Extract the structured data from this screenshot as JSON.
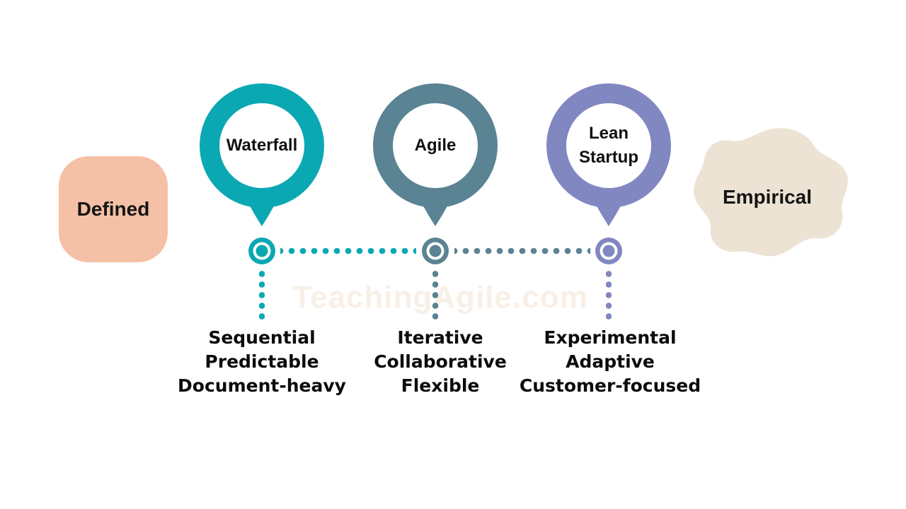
{
  "watermark": {
    "text": "TeachingAgile.com",
    "color": "#f8efe6"
  },
  "colors": {
    "teal": "#0aa8b2",
    "slate": "#5a8393",
    "purple": "#8187c0",
    "peach": "#f4c1a6",
    "beige": "#ede3d4",
    "text": "#111111",
    "background": "#ffffff"
  },
  "spectrum": {
    "left_end": {
      "label": "Defined"
    },
    "right_end": {
      "label": "Empirical"
    }
  },
  "methodologies": [
    {
      "name": "Waterfall",
      "name_lines": [
        "Waterfall"
      ],
      "color": "#0aa8b2",
      "traits": [
        "Sequential",
        "Predictable",
        "Document-heavy"
      ]
    },
    {
      "name": "Agile",
      "name_lines": [
        "Agile"
      ],
      "color": "#5a8393",
      "traits": [
        "Iterative",
        "Collaborative",
        "Flexible"
      ]
    },
    {
      "name": "Lean Startup",
      "name_lines": [
        "Lean",
        "Startup"
      ],
      "color": "#8187c0",
      "traits": [
        "Experimental",
        "Adaptive",
        "Customer-focused"
      ]
    }
  ]
}
